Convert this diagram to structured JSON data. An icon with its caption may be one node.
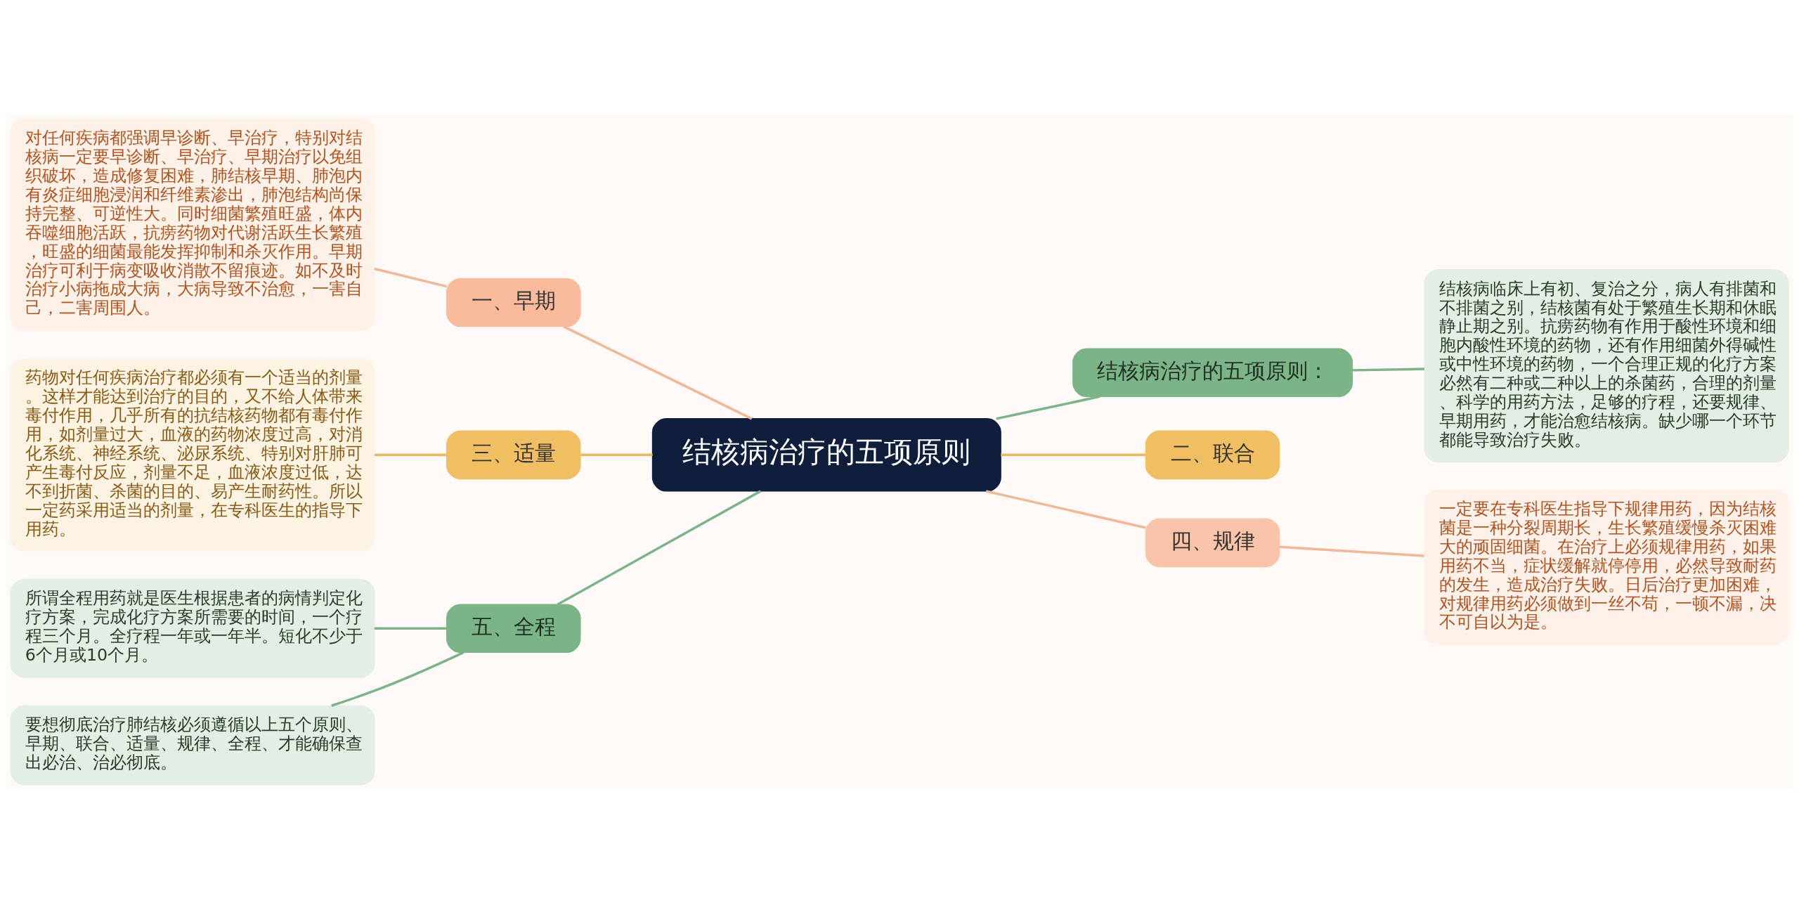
{
  "diagram": {
    "nodes": [
      {
        "text": [
          "结核病治疗的五项原则"
        ]
      },
      {
        "text": [
          "一、早期"
        ]
      },
      {
        "text": [
          "对任何疾病都强调早诊断、早治疗，特别对结核病一定要早诊断、早治疗、早期治疗以免组织破坏，造成修复困难，肺结核早期、肺泡内有炎症细胞浸润和纤维素渗出，肺泡结构尚保持完整、可逆性大。同时细菌繁殖旺盛，体内吞噬细胞活跃，抗痨药物对代谢活跃生长繁殖，旺盛的细菌最能发挥抑制和杀灭作用。早期治疗可利于病变吸收消散不留痕迹。如不及时治疗小病拖成大病，大病导致不治愈，一害自己，二害周围人。"
        ]
      },
      {
        "text": [
          "三、适量"
        ]
      },
      {
        "text": [
          "药物对任何疾病治疗都必须有一个适当的剂量。这样才能达到治疗的目的，又不给人体带来毒付作用，几乎所有的抗结核药物都有毒付作用，如剂量过大，血液的药物浓度过高，对消化系统、神经系统、泌尿系统、特别对肝肺可产生毒付反应，剂量不足，血液浓度过低，达不到折菌、杀菌的目的、易产生耐药性。所以一定药采用适当的剂量，在专科医生的指导下用药。"
        ]
      },
      {
        "text": [
          "五、全程"
        ]
      },
      {
        "text": [
          "所谓全程用药就是医生根据患者的病情判定化疗方案，完成化疗方案所需要的时间，一个疗程三个月。全疗程一年或一年半。短化不少于6个月或10个月。"
        ]
      },
      {
        "text": [
          "要想彻底治疗肺结核必须遵循以上五个原则、早期、联合、适量、规律、全程、才能确保查出必治、治必彻底。"
        ]
      },
      {
        "text": [
          "结核病治疗的五项原则："
        ]
      },
      {
        "text": [
          "结核病临床上有初、复治之分，病人有排菌和不排菌之别，结核菌有处于繁殖生长期和休眠静止期之别。抗痨药物有作用于酸性环境和细胞内酸性环境的药物，还有作用细菌外得碱性或中性环境的药物，一个合理正规的化疗方案必然有二种或二种以上的杀菌药，合理的剂量、科学的用药方法，足够的疗程，还要规律、早期用药，才能治愈结核病。缺少哪一个环节都能导致治疗失败。"
        ]
      },
      {
        "text": [
          "二、联合"
        ]
      },
      {
        "text": [
          "四、规律"
        ]
      },
      {
        "text": [
          "一定要在专科医生指导下规律用药，因为结核菌是一种分裂周期长，生长繁殖缓慢杀灭困难大的顽固细菌。在治疗上必须规律用药，如果用药不当，症状缓解就停停用，必然导致耐药的发生，造成治疗失败。日后治疗更加困难，对规律用药必须做到一丝不苟，一顿不漏，决不可自以为是。"
        ]
      }
    ],
    "edges": [
      {
        "from": 0,
        "to": 1,
        "arrow": "none",
        "color": "#f2b896"
      },
      {
        "from": 1,
        "to": 2,
        "arrow": "none",
        "color": "#f2b896"
      },
      {
        "from": 0,
        "to": 3,
        "arrow": "none",
        "color": "#eab95c"
      },
      {
        "from": 3,
        "to": 4,
        "arrow": "none",
        "color": "#eab95c"
      },
      {
        "from": 0,
        "to": 5,
        "arrow": "none"
      },
      {
        "from": 5,
        "to": 6,
        "arrow": "none"
      },
      {
        "from": 5,
        "to": 7,
        "arrow": "none"
      },
      {
        "from": 0,
        "to": 8,
        "arrow": "none"
      },
      {
        "from": 8,
        "to": 9,
        "arrow": "none"
      },
      {
        "from": 0,
        "to": 10,
        "arrow": "none",
        "color": "#eab95c"
      },
      {
        "from": 0,
        "to": 11,
        "arrow": "none",
        "color": "#f2b896"
      },
      {
        "from": 11,
        "to": 12,
        "arrow": "none",
        "color": "#f2b896"
      }
    ]
  }
}
